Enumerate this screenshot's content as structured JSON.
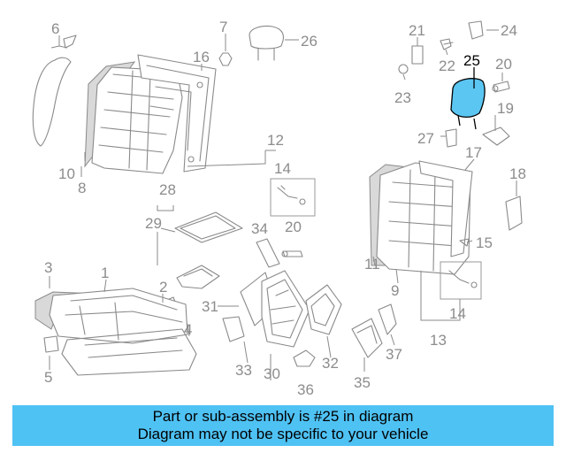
{
  "diagram": {
    "highlighted_part": "25",
    "callouts": {
      "c1": "1",
      "c2": "2",
      "c3": "3",
      "c4": "4",
      "c5": "5",
      "c6": "6",
      "c7": "7",
      "c8": "8",
      "c9": "9",
      "c10": "10",
      "c11": "11",
      "c12": "12",
      "c13": "13",
      "c14a": "14",
      "c14b": "14",
      "c15": "15",
      "c16": "16",
      "c17": "17",
      "c18": "18",
      "c19": "19",
      "c20a": "20",
      "c20b": "20",
      "c21": "21",
      "c22": "22",
      "c23": "23",
      "c24": "24",
      "c25": "25",
      "c26": "26",
      "c27": "27",
      "c28": "28",
      "c29": "29",
      "c30": "30",
      "c31": "31",
      "c32": "32",
      "c33": "33",
      "c34": "34",
      "c35": "35",
      "c36": "36",
      "c37": "37"
    }
  },
  "banner": {
    "line1": "Part or sub-assembly is #25 in diagram",
    "line2": "Diagram may not be specific to your vehicle"
  },
  "colors": {
    "highlight": "#5bc6f2",
    "banner": "#4fc2f4"
  }
}
